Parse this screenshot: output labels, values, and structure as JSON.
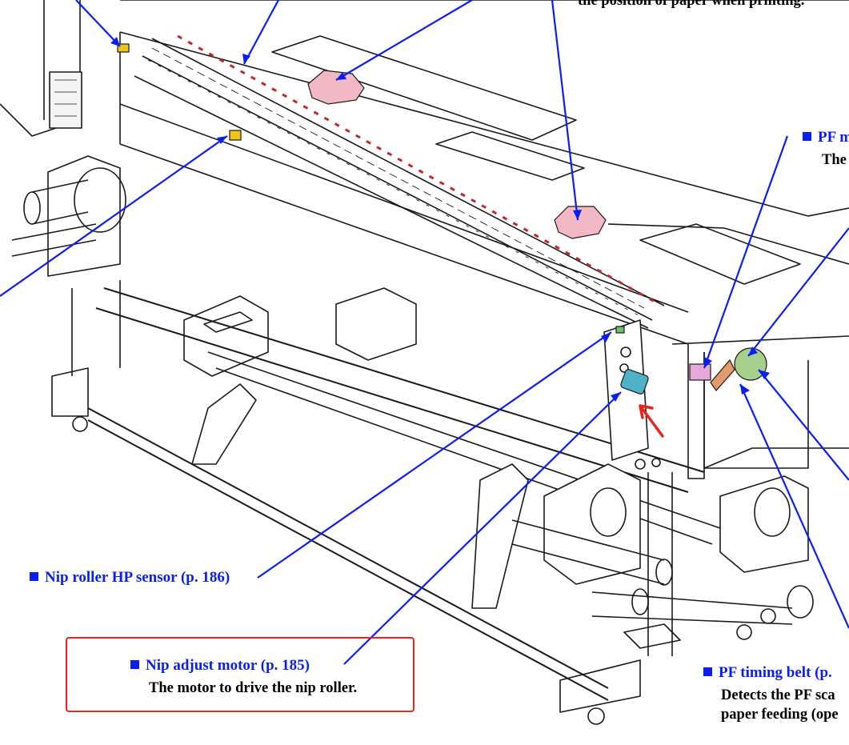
{
  "colors": {
    "leader_blue": "#0a1ef0",
    "highlight_red": "#e8241c",
    "line_art": "#1a1a1a",
    "part_pink": "#f2b8c6",
    "sensor_yellow": "#f0c419",
    "motor_teal": "#4fb3c7",
    "gear_green": "#a8d08d",
    "rail_red": "#c0292b"
  },
  "icons": {
    "bullet": "blue-square-icon",
    "pointer": "red-arrow-icon"
  },
  "labels": {
    "top_caption": "the position of paper when printing.",
    "pf_motor_partial": "PF m",
    "pf_motor_desc_partial": "The",
    "nip_hp_sensor": "Nip roller HP sensor (p. 186)",
    "nip_adjust_motor": "Nip adjust motor (p. 185)",
    "nip_adjust_motor_desc": "The motor to drive the nip roller.",
    "pf_timing_belt": "PF timing belt (p.",
    "pf_timing_belt_desc_1": "Detects the PF sca",
    "pf_timing_belt_desc_2": "paper feeding (ope"
  }
}
